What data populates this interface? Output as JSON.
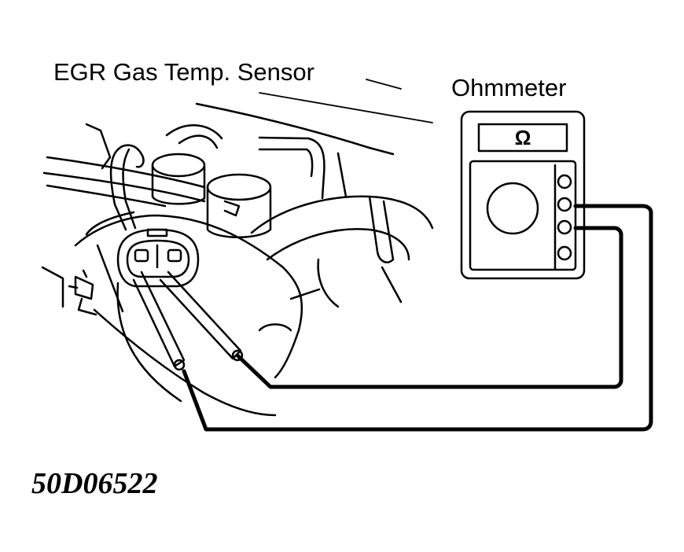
{
  "labels": {
    "sensor": "EGR Gas Temp. Sensor",
    "meter": "Ohmmeter",
    "figure_code": "50D06522"
  },
  "ohmmeter": {
    "display_symbol": "Ω"
  },
  "icons": {
    "ohm_symbol": "ohm-icon"
  },
  "colors": {
    "ink": "#000000",
    "paper": "#ffffff"
  }
}
